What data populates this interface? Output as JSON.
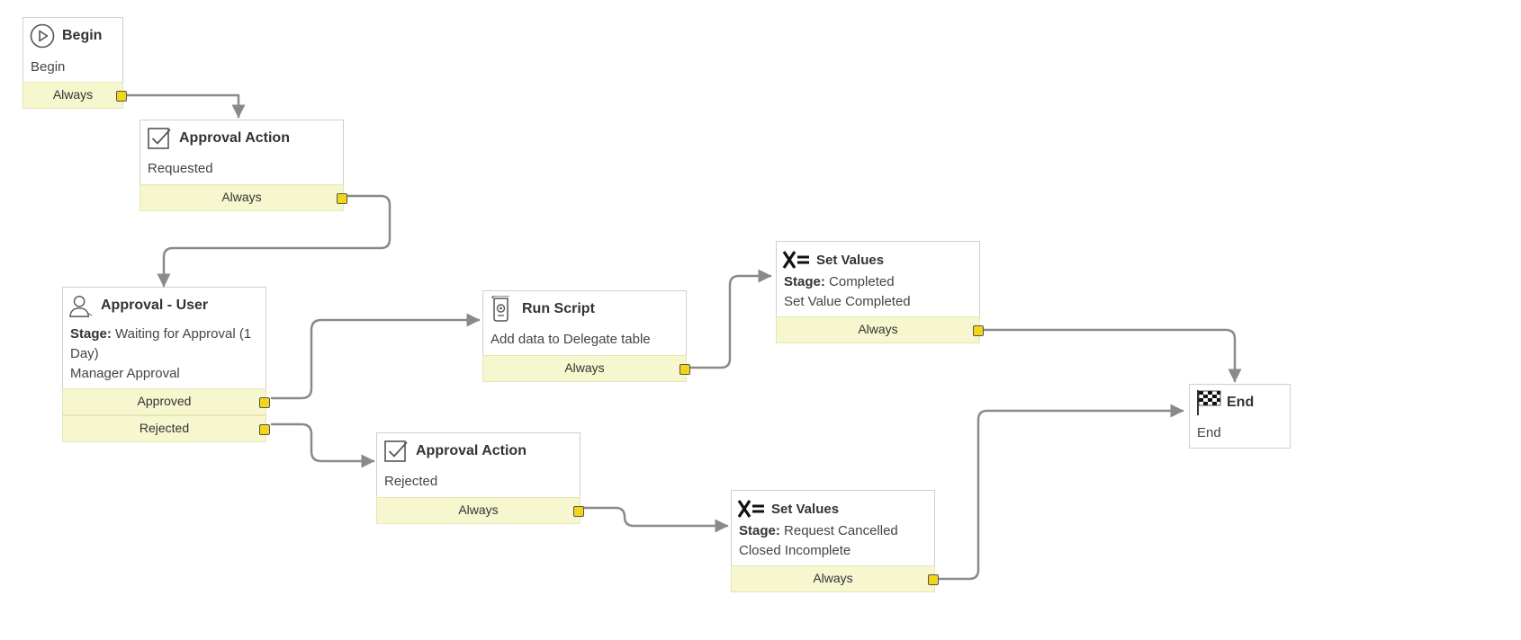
{
  "nodes": {
    "begin": {
      "title": "Begin",
      "icon": "play-circle-icon",
      "lines": [
        "Begin"
      ],
      "conditions": [
        "Always"
      ]
    },
    "approval_action_1": {
      "title": "Approval Action",
      "icon": "checkbox-icon",
      "lines": [
        "Requested"
      ],
      "conditions": [
        "Always"
      ]
    },
    "approval_user": {
      "title": "Approval - User",
      "icon": "user-icon",
      "stage_label": "Stage:",
      "stage_value": "Waiting for Approval (1 Day)",
      "lines": [
        "Manager Approval"
      ],
      "conditions": [
        "Approved",
        "Rejected"
      ]
    },
    "run_script": {
      "title": "Run Script",
      "icon": "script-scroll-icon",
      "lines": [
        "Add data to Delegate table"
      ],
      "conditions": [
        "Always"
      ]
    },
    "set_values_1": {
      "title": "Set Values",
      "icon": "x-equals-icon",
      "stage_label": "Stage:",
      "stage_value": "Completed",
      "lines": [
        "Set Value Completed"
      ],
      "conditions": [
        "Always"
      ]
    },
    "approval_action_2": {
      "title": "Approval Action",
      "icon": "checkbox-icon",
      "lines": [
        "Rejected"
      ],
      "conditions": [
        "Always"
      ]
    },
    "set_values_2": {
      "title": "Set Values",
      "icon": "x-equals-icon",
      "stage_label": "Stage:",
      "stage_value": "Request Cancelled",
      "lines": [
        "Closed Incomplete"
      ],
      "conditions": [
        "Always"
      ]
    },
    "end": {
      "title": "End",
      "icon": "checkered-flag-icon",
      "lines": [
        "End"
      ]
    }
  },
  "transitions": [
    {
      "from": "begin",
      "condition": "Always",
      "to": "approval_action_1"
    },
    {
      "from": "approval_action_1",
      "condition": "Always",
      "to": "approval_user"
    },
    {
      "from": "approval_user",
      "condition": "Approved",
      "to": "run_script"
    },
    {
      "from": "approval_user",
      "condition": "Rejected",
      "to": "approval_action_2"
    },
    {
      "from": "run_script",
      "condition": "Always",
      "to": "set_values_1"
    },
    {
      "from": "set_values_1",
      "condition": "Always",
      "to": "end"
    },
    {
      "from": "approval_action_2",
      "condition": "Always",
      "to": "set_values_2"
    },
    {
      "from": "set_values_2",
      "condition": "Always",
      "to": "end"
    }
  ],
  "colors": {
    "condition_bg": "#f6f6cf",
    "port": "#f2d518",
    "wire": "#8a8a8a"
  }
}
